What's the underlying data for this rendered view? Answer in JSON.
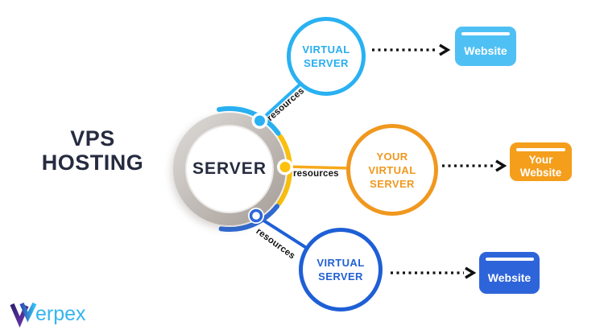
{
  "title": {
    "line1": "VPS",
    "line2": "HOSTING"
  },
  "server": {
    "label": "SERVER"
  },
  "branches": [
    {
      "name": "virtual-server-top",
      "color": "#29b1f2",
      "resources_label": "resources",
      "circle": {
        "line1": "VIRTUAL",
        "line2": "SERVER"
      },
      "box": {
        "line1": "Website",
        "color": "#4fc0f4"
      }
    },
    {
      "name": "your-virtual-server-middle",
      "color": "#f0981e",
      "resources_label": "resources",
      "circle": {
        "line1": "YOUR",
        "line2": "VIRTUAL",
        "line3": "SERVER"
      },
      "box": {
        "line1": "Your",
        "line2": "Website",
        "color": "#f49e1c"
      }
    },
    {
      "name": "virtual-server-bottom",
      "color": "#1e5fd6",
      "resources_label": "resources",
      "circle": {
        "line1": "VIRTUAL",
        "line2": "SERVER"
      },
      "box": {
        "line1": "Website",
        "color": "#2e64d9"
      }
    }
  ],
  "logo": {
    "text": "erpex",
    "mark_color_start": "#3a2483",
    "mark_color_end": "#35c1f1"
  },
  "colors": {
    "dark_text": "#262b40",
    "resources_text": "#141414",
    "server_ring_light": "#d6d2cf",
    "server_ring_dark": "#a89f99",
    "arc_cyan": "#29b1f2",
    "arc_yellow": "#fcc10d",
    "arc_blue": "#2e6bd8",
    "arrow_black": "#111111"
  }
}
